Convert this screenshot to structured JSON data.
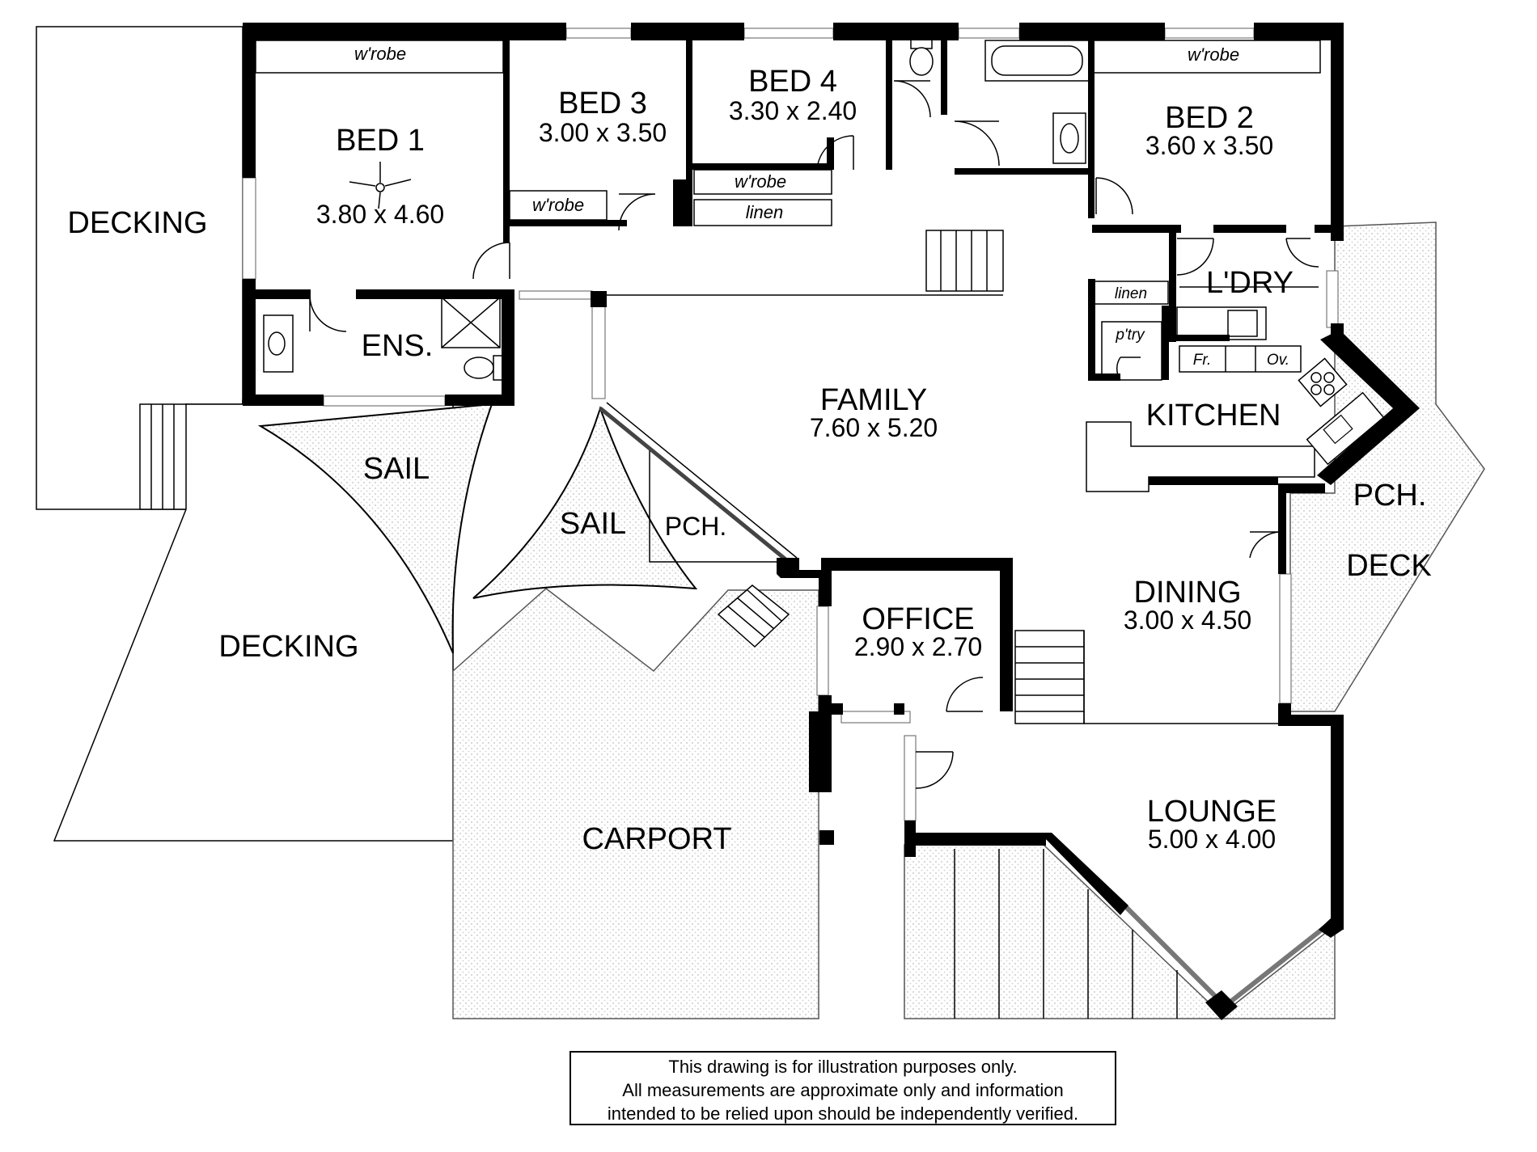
{
  "rooms": {
    "bed1": {
      "name": "BED 1",
      "dims": "3.80 x 4.60"
    },
    "bed2": {
      "name": "BED 2",
      "dims": "3.60 x 3.50"
    },
    "bed3": {
      "name": "BED 3",
      "dims": "3.00 x 3.50"
    },
    "bed4": {
      "name": "BED 4",
      "dims": "3.30 x 2.40"
    },
    "family": {
      "name": "FAMILY",
      "dims": "7.60 x 5.20"
    },
    "office": {
      "name": "OFFICE",
      "dims": "2.90 x 2.70"
    },
    "dining": {
      "name": "DINING",
      "dims": "3.00 x 4.50"
    },
    "lounge": {
      "name": "LOUNGE",
      "dims": "5.00 x 4.00"
    },
    "ens": {
      "name": "ENS."
    },
    "ldry": {
      "name": "L'DRY"
    },
    "kitchen": {
      "name": "KITCHEN"
    },
    "carport": {
      "name": "CARPORT"
    },
    "decking_west": {
      "name": "DECKING"
    },
    "decking_south": {
      "name": "DECKING"
    },
    "deck_east": {
      "name": "DECK"
    },
    "porch_east": {
      "name": "PCH."
    },
    "porch_centre": {
      "name": "PCH."
    },
    "sail_left": {
      "name": "SAIL"
    },
    "sail_centre": {
      "name": "SAIL"
    }
  },
  "fixtures": {
    "wrobe_bed1": "w'robe",
    "wrobe_bed2": "w'robe",
    "wrobe_bed3": "w'robe",
    "wrobe_bed4": "w'robe",
    "linen_hall": "linen",
    "linen_kitchen": "linen",
    "pantry": "p'try",
    "fridge": "Fr.",
    "oven": "Ov."
  },
  "disclaimer": {
    "line1": "This drawing is for illustration purposes only.",
    "line2": "All measurements are approximate only and information",
    "line3": "intended to be relied upon should be independently verified."
  }
}
